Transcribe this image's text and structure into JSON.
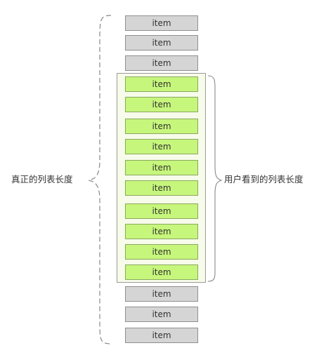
{
  "items": [
    {
      "label": "item",
      "state": "hidden"
    },
    {
      "label": "item",
      "state": "hidden"
    },
    {
      "label": "item",
      "state": "hidden"
    },
    {
      "label": "item",
      "state": "visible"
    },
    {
      "label": "item",
      "state": "visible"
    },
    {
      "label": "item",
      "state": "visible"
    },
    {
      "label": "item",
      "state": "visible"
    },
    {
      "label": "item",
      "state": "visible"
    },
    {
      "label": "item",
      "state": "visible"
    },
    {
      "label": "item",
      "state": "visible"
    },
    {
      "label": "item",
      "state": "visible"
    },
    {
      "label": "item",
      "state": "visible"
    },
    {
      "label": "item",
      "state": "visible"
    },
    {
      "label": "item",
      "state": "hidden"
    },
    {
      "label": "item",
      "state": "hidden"
    },
    {
      "label": "item",
      "state": "hidden"
    }
  ],
  "labels": {
    "real_length": "真正的列表长度",
    "visible_length": "用户看到的列表长度"
  },
  "colors": {
    "hidden_item": "#d5d5d5",
    "visible_item": "#c6f67b",
    "viewport_bg": "#f7fbe9",
    "brace": "#888888"
  }
}
